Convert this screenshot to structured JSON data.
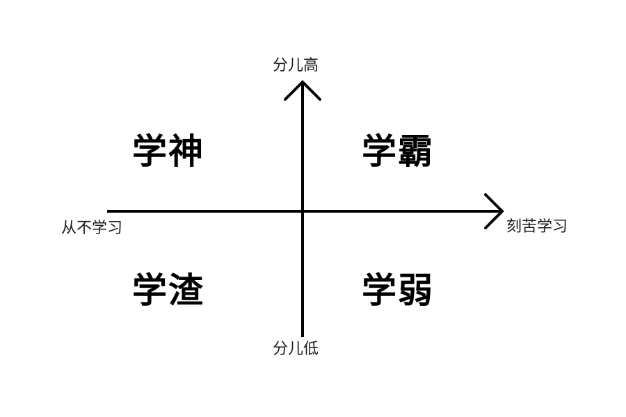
{
  "diagram": {
    "type": "quadrant",
    "axis_color": "#000000",
    "background": "#ffffff",
    "y_axis": {
      "top_label": "分儿高",
      "bottom_label": "分儿低"
    },
    "x_axis": {
      "left_label": "从不学习",
      "right_label": "刻苦学习"
    },
    "quadrants": {
      "top_left": "学神",
      "top_right": "学霸",
      "bottom_left": "学渣",
      "bottom_right": "学弱"
    }
  }
}
